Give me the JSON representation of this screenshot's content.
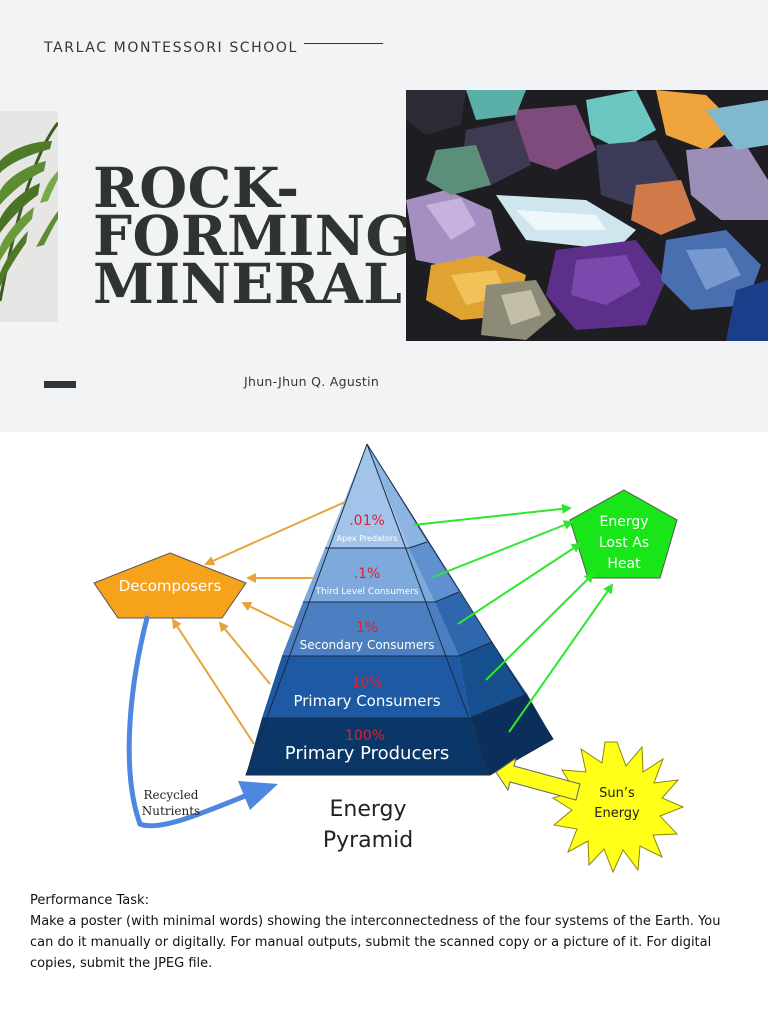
{
  "header": {
    "school": "TARLAC MONTESSORI SCHOOL",
    "title_lines": [
      "ROCK-",
      "FORMING",
      "MINERAL"
    ],
    "author": "Jhun-Jhun Q. Agustin"
  },
  "pyramid": {
    "levels": [
      {
        "percent": ".01%",
        "label": "Apex Predators"
      },
      {
        "percent": ".1%",
        "label": "Third Level Consumers"
      },
      {
        "percent": "1%",
        "label": "Secondary Consumers"
      },
      {
        "percent": "10%",
        "label": "Primary Consumers"
      },
      {
        "percent": "100%",
        "label": "Primary Producers"
      }
    ],
    "decomposers": "Decomposers",
    "heat_lines": [
      "Energy",
      "Lost As",
      "Heat"
    ],
    "sun_lines": [
      "Sun’s",
      "Energy"
    ],
    "recycled_lines": [
      "Recycled",
      "Nutrients"
    ],
    "title_lines": [
      "Energy",
      "Pyramid"
    ]
  },
  "task": {
    "heading": "Performance Task:",
    "body": " Make a poster (with minimal words) showing the interconnectedness of the four systems of the Earth. You can do it manually or digitally. For manual outputs, submit the scanned copy or a picture of it. For digital copies, submit the JPEG file."
  },
  "colors": {
    "header_bg": "#f2f3f5",
    "title_text": "#2f3430",
    "decomposer_fill": "#f7a21b",
    "heat_fill": "#19e619",
    "sun_fill": "#ffff1a",
    "feed_arrow": "#e8a33d",
    "heat_arrow": "#2ee62e",
    "recycle_arrow": "#4f86e0",
    "percent_text": "#e0202a"
  }
}
